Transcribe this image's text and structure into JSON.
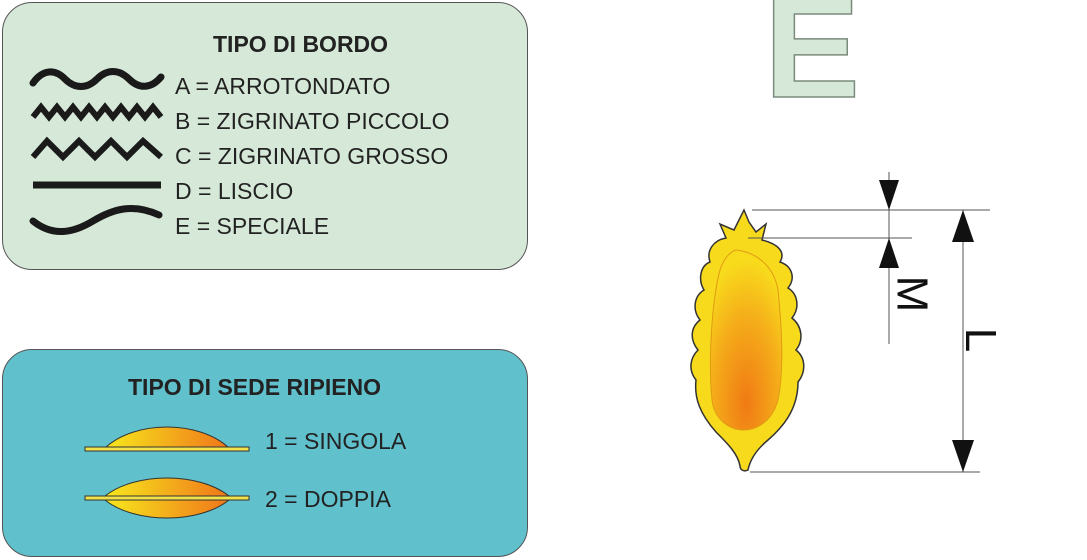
{
  "edge_panel": {
    "title": "TIPO DI BORDO",
    "items": [
      {
        "icon": "wave-rounded-icon",
        "label": "A = ARROTONDATO"
      },
      {
        "icon": "zigzag-small-icon",
        "label": "B = ZIGRINATO PICCOLO"
      },
      {
        "icon": "zigzag-large-icon",
        "label": "C = ZIGRINATO GROSSO"
      },
      {
        "icon": "straight-line-icon",
        "label": "D = LISCIO"
      },
      {
        "icon": "s-curve-icon",
        "label": "E = SPECIALE"
      }
    ]
  },
  "filling_panel": {
    "title": "TIPO DI SEDE RIPIENO",
    "items": [
      {
        "icon": "single-filling-icon",
        "label": "1 = SINGOLA"
      },
      {
        "icon": "double-filling-icon",
        "label": "2 = DOPPIA"
      }
    ]
  },
  "shape": {
    "letter": "E",
    "dimension_m": "M",
    "dimension_l": "L"
  },
  "colors": {
    "edge_panel_bg": "#d6e9d8",
    "filling_panel_bg": "#60c0cc",
    "pasta_yellow": "#f7d81c",
    "pasta_orange": "#f08a14"
  }
}
